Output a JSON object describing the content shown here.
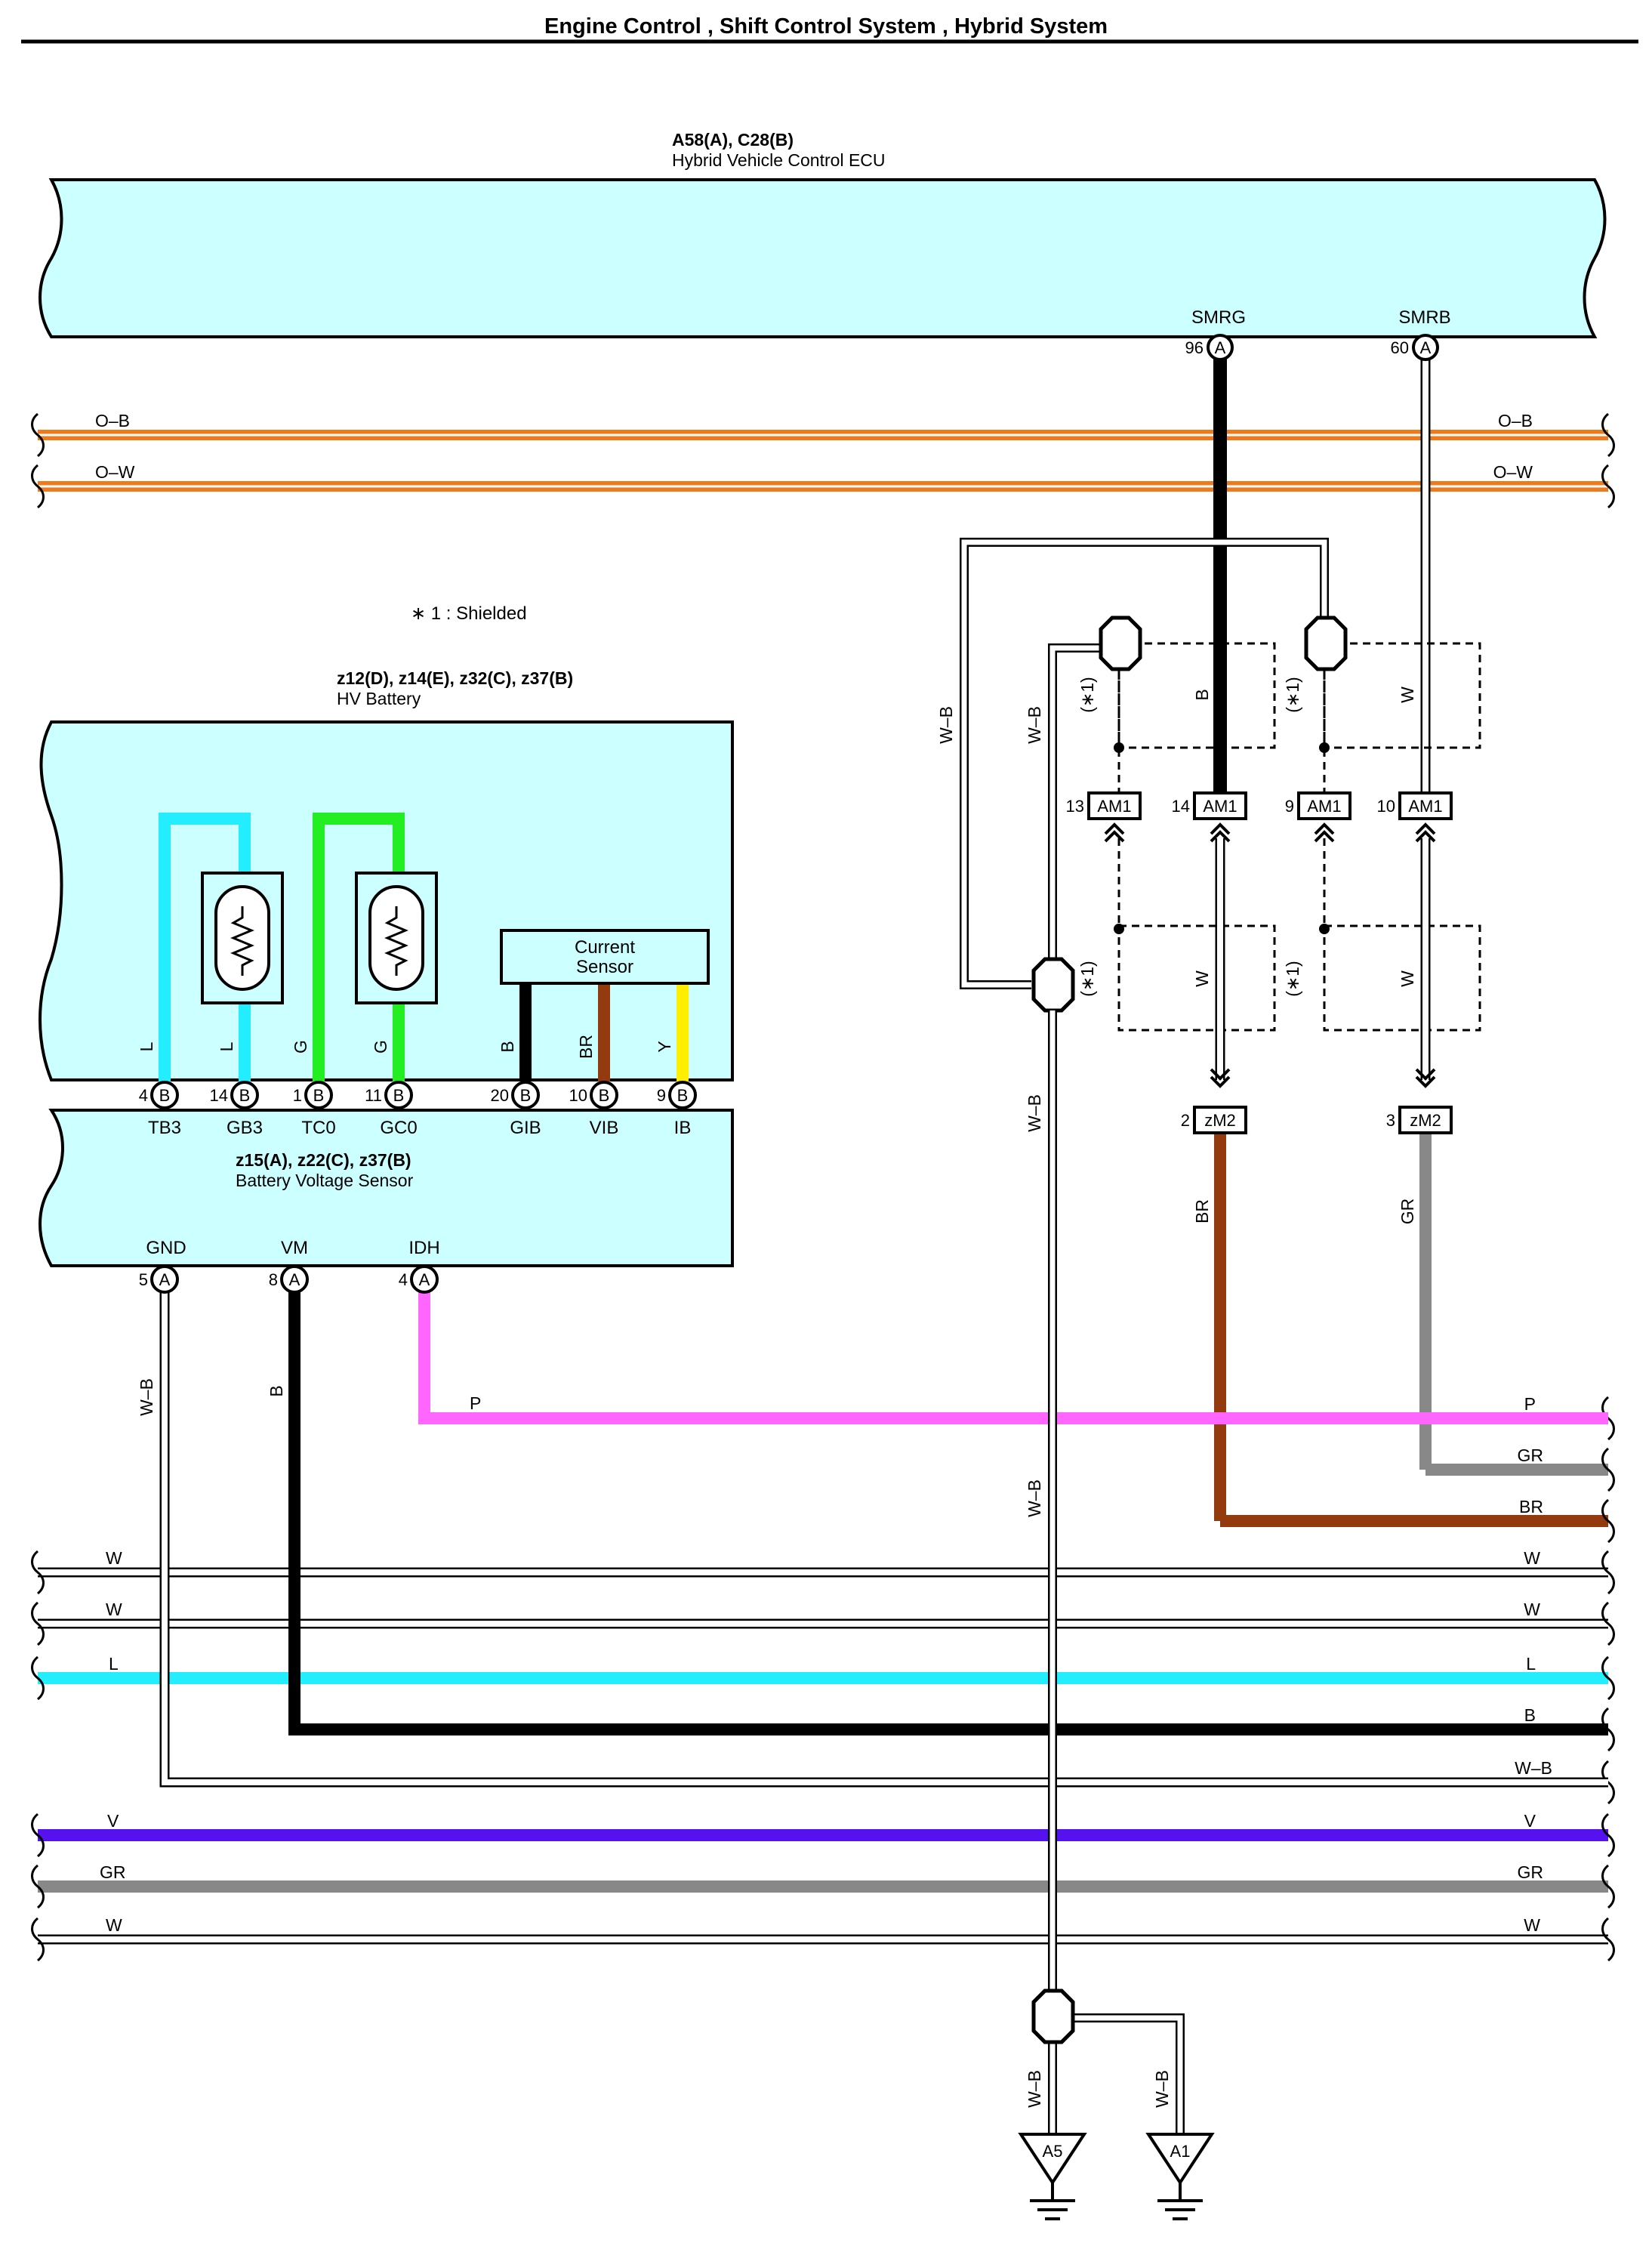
{
  "header": {
    "title": "Engine Control , Shift Control System , Hybrid System"
  },
  "ecu": {
    "code": "A58(A), C28(B)",
    "name": "Hybrid Vehicle Control ECU",
    "terminals": [
      {
        "name": "SMRG",
        "pin": "96",
        "conn": "A",
        "wire": "B"
      },
      {
        "name": "SMRB",
        "pin": "60",
        "conn": "A",
        "wire": "W"
      }
    ]
  },
  "note": "∗ 1 : Shielded",
  "hv_battery": {
    "code": "z12(D), z14(E), z32(C), z37(B)",
    "name": "HV Battery",
    "current_sensor": "Current Sensor",
    "current_sensor_lines": [
      "Current",
      "Sensor"
    ],
    "leads": [
      "L",
      "L",
      "G",
      "G",
      "B",
      "BR",
      "Y"
    ]
  },
  "battery_voltage_sensor": {
    "code": "z15(A), z22(C), z37(B)",
    "name": "Battery Voltage Sensor",
    "top_pins": [
      {
        "pin": "4",
        "conn": "B",
        "name": "TB3"
      },
      {
        "pin": "14",
        "conn": "B",
        "name": "GB3"
      },
      {
        "pin": "1",
        "conn": "B",
        "name": "TC0"
      },
      {
        "pin": "11",
        "conn": "B",
        "name": "GC0"
      },
      {
        "pin": "20",
        "conn": "B",
        "name": "GIB"
      },
      {
        "pin": "10",
        "conn": "B",
        "name": "VIB"
      },
      {
        "pin": "9",
        "conn": "B",
        "name": "IB"
      }
    ],
    "bottom_pins": [
      {
        "pin": "5",
        "conn": "A",
        "name": "GND",
        "wire": "W–B"
      },
      {
        "pin": "8",
        "conn": "A",
        "name": "VM",
        "wire": "B"
      },
      {
        "pin": "4",
        "conn": "A",
        "name": "IDH",
        "wire": "P"
      }
    ]
  },
  "connectors": {
    "am1": [
      {
        "pin": "13",
        "label": "AM1"
      },
      {
        "pin": "14",
        "label": "AM1"
      },
      {
        "pin": "9",
        "label": "AM1"
      },
      {
        "pin": "10",
        "label": "AM1"
      }
    ],
    "zm2": [
      {
        "pin": "2",
        "label": "zM2",
        "wire": "BR"
      },
      {
        "pin": "3",
        "label": "zM2",
        "wire": "GR"
      }
    ],
    "shield_mark": "(∗1)",
    "shield_wires": [
      "B",
      "W",
      "W",
      "W"
    ]
  },
  "wb_labels": [
    "W–B",
    "W–B",
    "W–B",
    "W–B",
    "W–B",
    "W–B"
  ],
  "ground_points": [
    "A5",
    "A1"
  ],
  "top_bus": [
    {
      "label": "O–B",
      "color": "#ee7a1e"
    },
    {
      "label": "O–W",
      "color": "#ee7a1e"
    }
  ],
  "bus": [
    {
      "label": "P",
      "color": "#ff66ff"
    },
    {
      "label": "GR",
      "color": "#888888"
    },
    {
      "label": "BR",
      "color": "#933a0e"
    },
    {
      "label": "W",
      "color": "#ffffff"
    },
    {
      "label": "W",
      "color": "#ffffff"
    },
    {
      "label": "L",
      "color": "#22eeff"
    },
    {
      "label": "B",
      "color": "#000000"
    },
    {
      "label": "W–B",
      "color": "#ffffff"
    },
    {
      "label": "V",
      "color": "#5511ee"
    },
    {
      "label": "GR",
      "color": "#888888"
    },
    {
      "label": "W",
      "color": "#ffffff"
    }
  ],
  "colors": {
    "component_fill": "#ccffff",
    "thermistor_loop_l": "#22eeff",
    "thermistor_loop_g": "#22ee22",
    "lead_y": "#ffee00",
    "lead_br": "#933a0e"
  }
}
